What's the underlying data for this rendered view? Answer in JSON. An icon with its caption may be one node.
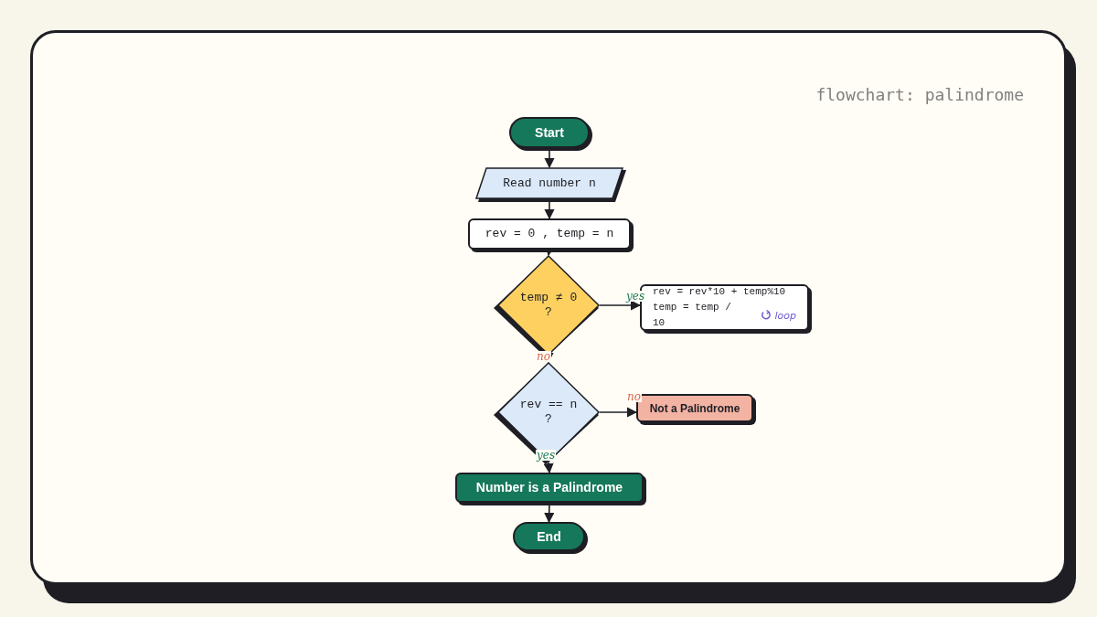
{
  "diagram": {
    "nodes": [
      {
        "text": [
          "Start"
        ]
      },
      {
        "text": [
          "Read number n"
        ]
      },
      {
        "text": [
          "rev = 0 , temp = n"
        ]
      },
      {
        "text": [
          "temp ≠ 0 ?"
        ]
      },
      {
        "text": [
          "rev = rev*10 + temp%10",
          "temp = temp / 10",
          "loop"
        ]
      },
      {
        "text": [
          "rev == n ?"
        ]
      },
      {
        "text": [
          "Not a Palindrome"
        ]
      },
      {
        "text": [
          "Number is a Palindrome"
        ]
      },
      {
        "text": [
          "End"
        ]
      }
    ],
    "edges": [
      {
        "from": 0,
        "to": 1,
        "arrow": "to"
      },
      {
        "from": 1,
        "to": 2,
        "arrow": "to"
      },
      {
        "from": 2,
        "to": 3,
        "arrow": "to"
      },
      {
        "from": 3,
        "to": 4,
        "label": "yes",
        "arrow": "to"
      },
      {
        "from": 3,
        "to": 5,
        "label": "no",
        "arrow": "to"
      },
      {
        "from": 5,
        "to": 6,
        "label": "no",
        "arrow": "to"
      },
      {
        "from": 5,
        "to": 7,
        "label": "yes",
        "arrow": "to"
      },
      {
        "from": 7,
        "to": 8,
        "arrow": "to"
      }
    ],
    "labels": [
      "flowchart: palindrome"
    ]
  }
}
